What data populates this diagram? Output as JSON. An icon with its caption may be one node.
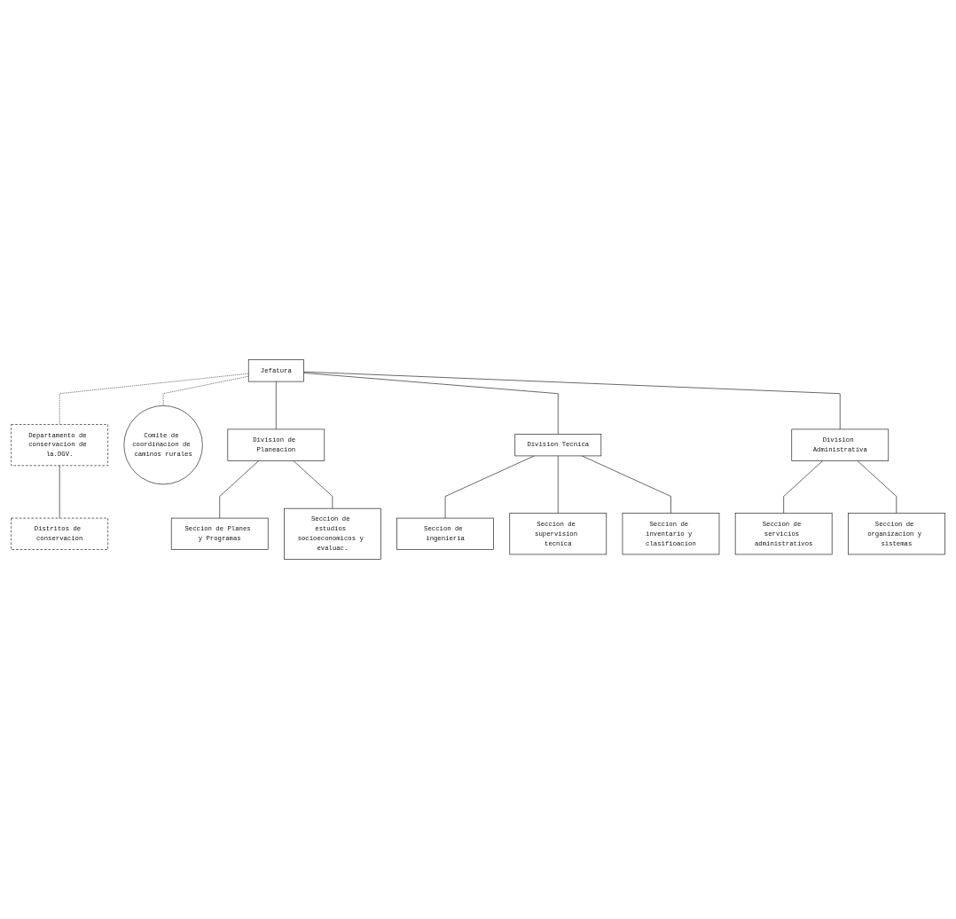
{
  "diagram": {
    "nodes": [
      {
        "text": [
          "Departamento de conservacion de la.DGV."
        ]
      },
      {
        "text": [
          "Jefatura"
        ]
      },
      {
        "text": [
          "Comite de coordinacion de caminos rurales"
        ]
      },
      {
        "text": [
          "Distritos de conservacion"
        ]
      },
      {
        "text": [
          "Division de Planeacion"
        ]
      },
      {
        "text": [
          "Division Tecnica"
        ]
      },
      {
        "text": [
          "Division Administrativa"
        ]
      },
      {
        "text": [
          "Seccion de Planes y Programas"
        ]
      },
      {
        "text": [
          "Seccion de estudios socioeconomicos y evaluac."
        ]
      },
      {
        "text": [
          "Seccion de ingenieria"
        ]
      },
      {
        "text": [
          "Seccion de supervision tecnica"
        ]
      },
      {
        "text": [
          "Seccion de inventario y clasifioacion"
        ]
      },
      {
        "text": [
          "Seccion de servicios administrativos"
        ]
      },
      {
        "text": [
          "Seccion de organizacion y sistemas"
        ]
      }
    ],
    "edges": [
      {
        "from": 1,
        "to": 0,
        "arrow": "none",
        "style": "dashed"
      },
      {
        "from": 1,
        "to": 2,
        "arrow": "none",
        "style": "dashed"
      },
      {
        "from": 0,
        "to": 3,
        "arrow": "none"
      },
      {
        "from": 1,
        "to": 4,
        "arrow": "none"
      },
      {
        "from": 1,
        "to": 5,
        "arrow": "none"
      },
      {
        "from": 1,
        "to": 6,
        "arrow": "none"
      },
      {
        "from": 4,
        "to": 7,
        "arrow": "none"
      },
      {
        "from": 4,
        "to": 8,
        "arrow": "none"
      },
      {
        "from": 5,
        "to": 9,
        "arrow": "none"
      },
      {
        "from": 5,
        "to": 10,
        "arrow": "none"
      },
      {
        "from": 5,
        "to": 11,
        "arrow": "none"
      },
      {
        "from": 6,
        "to": 12,
        "arrow": "none"
      },
      {
        "from": 6,
        "to": 13,
        "arrow": "none"
      }
    ]
  }
}
